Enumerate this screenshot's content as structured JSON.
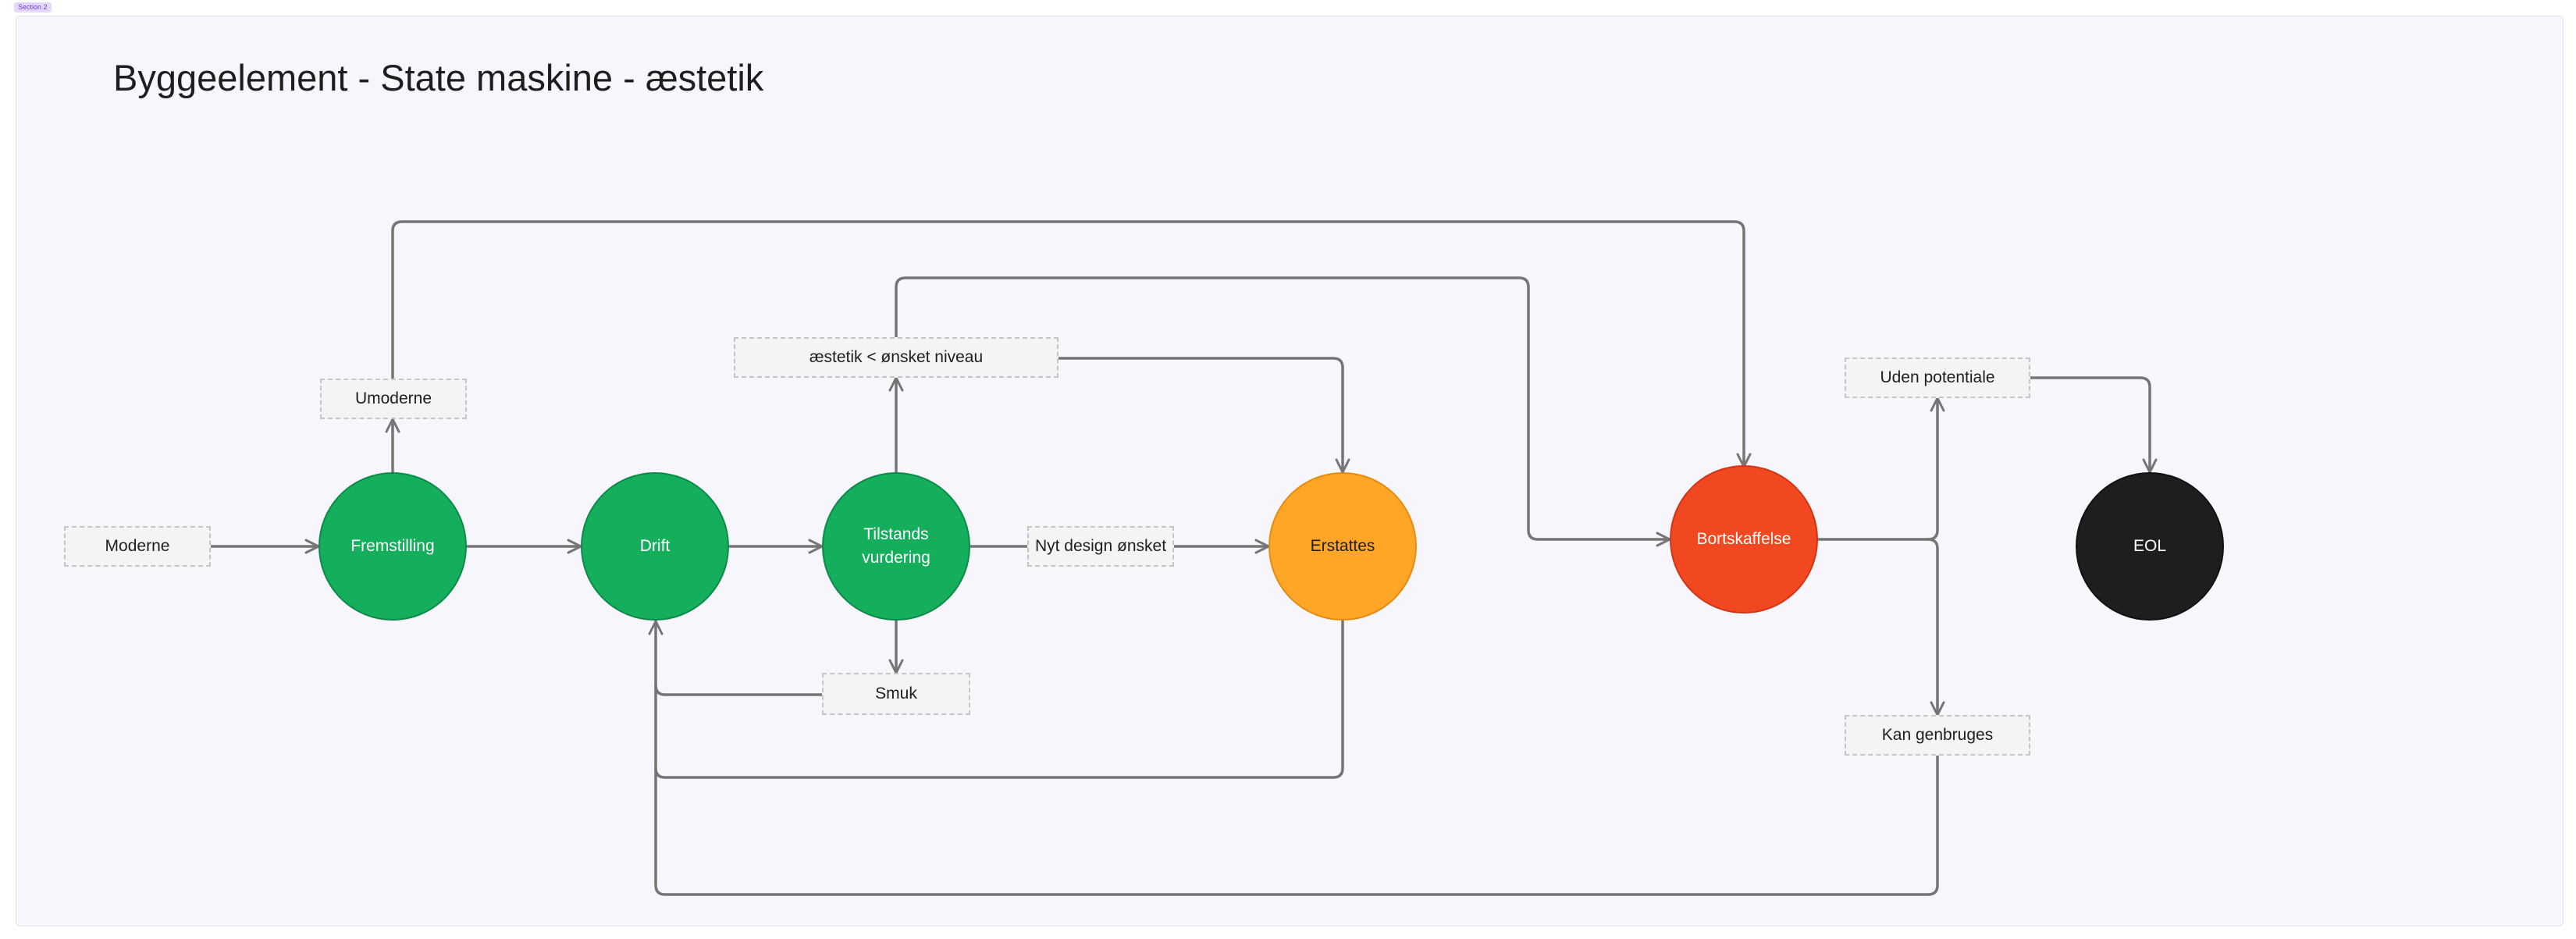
{
  "section": {
    "label": "Section 2"
  },
  "title": "Byggeelement - State maskine - æstetik",
  "colors": {
    "green": "#14ae5c",
    "orange": "#ffa629",
    "red": "#f24822",
    "black": "#1e1e1e",
    "connector": "#757575"
  },
  "states": {
    "fremstilling": "Fremstilling",
    "drift": "Drift",
    "tilstandsvurdering": "Tilstands\nvurdering",
    "erstattes": "Erstattes",
    "bortskaffelse": "Bortskaffelse",
    "eol": "EOL"
  },
  "conditions": {
    "moderne": "Moderne",
    "umoderne": "Umoderne",
    "aestetik_under_niveau": "æstetik < ønsket niveau",
    "nyt_design": "Nyt design ønsket",
    "smuk": "Smuk",
    "uden_potentiale": "Uden potentiale",
    "kan_genbruges": "Kan genbruges"
  }
}
